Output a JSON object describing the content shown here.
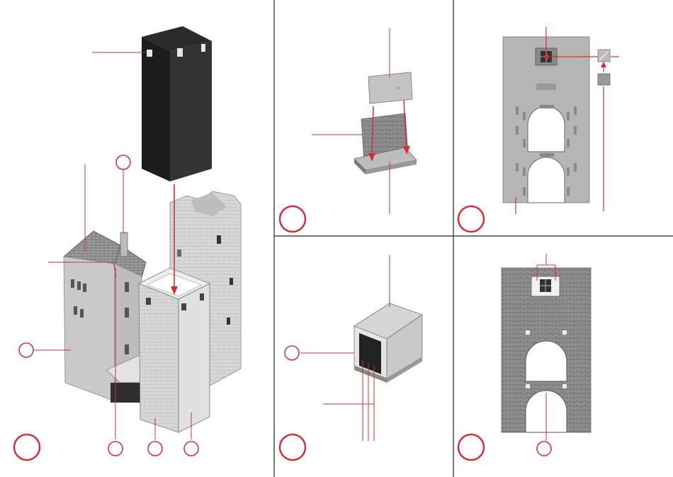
{
  "colors": {
    "accent": "#d42e3a",
    "ink": "#1a1a1a",
    "panel_line": "#222222"
  },
  "panels": [
    {
      "id": "main-assembly",
      "step_badge": "",
      "callouts": [
        "",
        "",
        "",
        "",
        ""
      ]
    },
    {
      "id": "floor-piece",
      "step_badge": ""
    },
    {
      "id": "door-wall",
      "step_badge": ""
    },
    {
      "id": "box-part",
      "step_badge": "",
      "callouts": [
        ""
      ]
    },
    {
      "id": "stone-wall",
      "step_badge": "",
      "callouts": [
        ""
      ]
    }
  ]
}
